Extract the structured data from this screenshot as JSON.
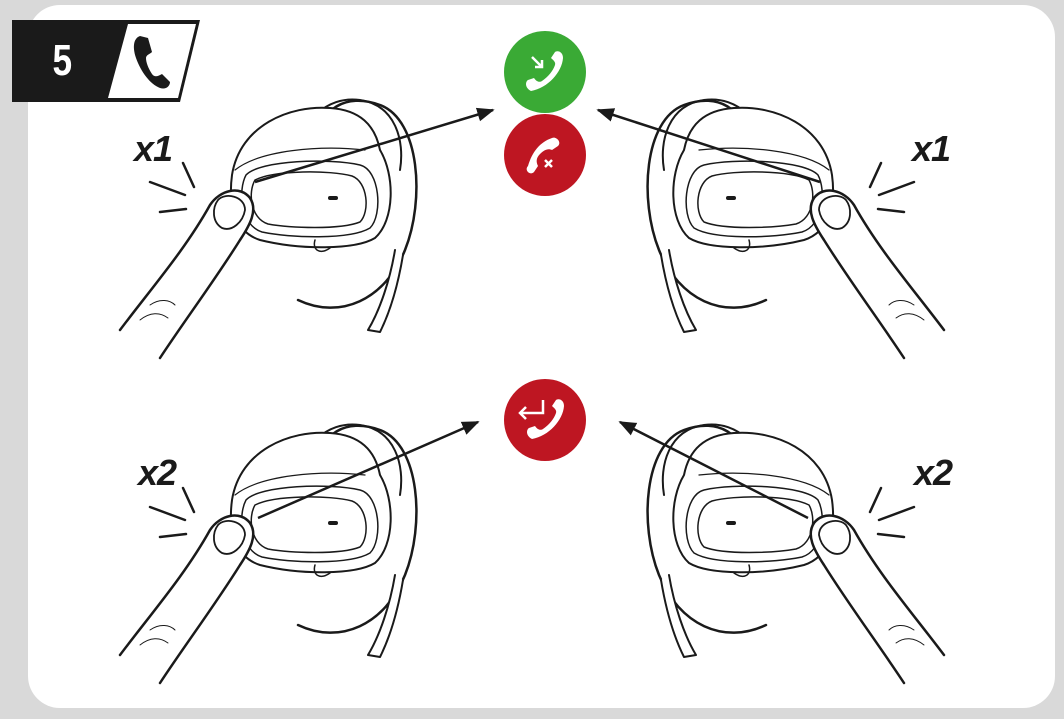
{
  "step": {
    "number": "5",
    "icon": "phone-icon"
  },
  "actions": [
    {
      "taps": "x1",
      "icon": "answer-call-icon",
      "color": "#3aaa35"
    },
    {
      "taps": "x1",
      "icon": "reject-call-icon",
      "color": "#be1622"
    },
    {
      "taps": "x2",
      "icon": "redial-icon",
      "color": "#be1622"
    }
  ],
  "labels": {
    "top_left": "x1",
    "top_right": "x1",
    "bottom_left": "x2",
    "bottom_right": "x2"
  }
}
